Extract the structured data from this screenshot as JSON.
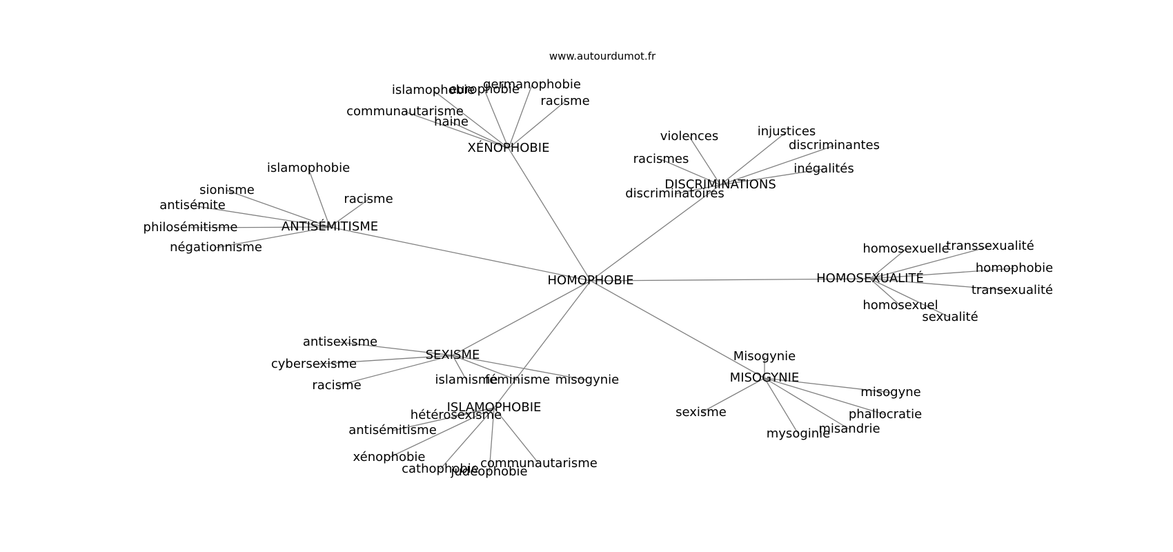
{
  "site": "www.autourdumot.fr",
  "graph": {
    "center": "HOMOPHOBIE",
    "clusters": [
      {
        "hub": "XÉNOPHOBIE",
        "leaves": [
          "islamophobie",
          "europhobie",
          "germanophobie",
          "racisme",
          "communautarisme",
          "haine"
        ]
      },
      {
        "hub": "DISCRIMINATIONS",
        "leaves": [
          "violences",
          "injustices",
          "discriminantes",
          "racismes",
          "inégalités",
          "discriminatoires"
        ]
      },
      {
        "hub": "ANTISÉMITISME",
        "leaves": [
          "islamophobie",
          "sionisme",
          "racisme",
          "antisémite",
          "philosémitisme",
          "négationnisme"
        ]
      },
      {
        "hub": "HOMOSEXUALITÉ",
        "leaves": [
          "homosexuelle",
          "transsexualité",
          "homophobie",
          "transexualité",
          "homosexuel",
          "sexualité"
        ]
      },
      {
        "hub": "SEXISME",
        "leaves": [
          "antisexisme",
          "cybersexisme",
          "racisme",
          "islamisme",
          "féminisme",
          "misogynie"
        ]
      },
      {
        "hub": "ISLAMOPHOBIE",
        "leaves": [
          "hétérosexisme",
          "antisémitisme",
          "xénophobie",
          "cathophobie",
          "judéophobie",
          "communautarisme"
        ]
      },
      {
        "hub": "MISOGYNIE",
        "leaves": [
          "Misogynie",
          "misogyne",
          "phallocratie",
          "sexisme",
          "misandrie",
          "mysoginie"
        ]
      }
    ]
  }
}
